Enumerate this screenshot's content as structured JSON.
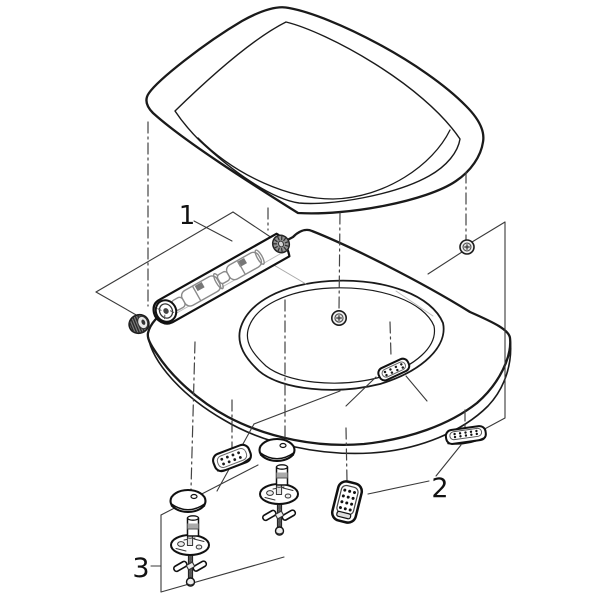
{
  "diagram": {
    "kind": "exploded-parts-diagram",
    "subject": "toilet-seat-and-lid-assembly",
    "background_color": "#ffffff",
    "outline_color": "#1a1a1a",
    "thin_line_color": "#3a3a3a",
    "shade_gray": "#9a9a9a",
    "callouts": [
      {
        "label": "1",
        "part": "hinge-damper-assembly"
      },
      {
        "label": "2",
        "part": "seat-ring-buffer-set"
      },
      {
        "label": "3",
        "part": "fastening-set"
      }
    ]
  }
}
